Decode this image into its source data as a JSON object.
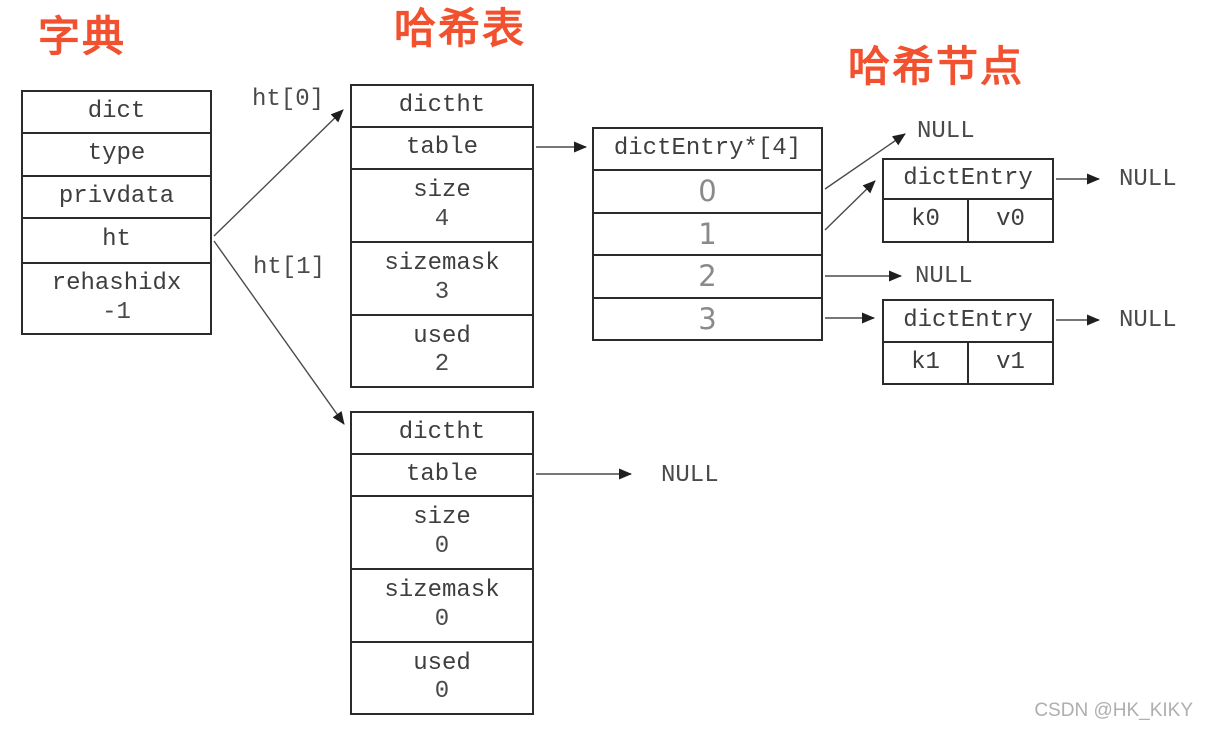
{
  "titles": {
    "dictionary": "字典",
    "hash_table": "哈希表",
    "hash_node": "哈希节点"
  },
  "dict_struct": {
    "rows": [
      {
        "label": "dict"
      },
      {
        "label": "type"
      },
      {
        "label": "privdata"
      },
      {
        "label": "ht"
      },
      {
        "label": "rehashidx",
        "value": "-1"
      }
    ]
  },
  "pointer_labels": {
    "ht0": "ht[0]",
    "ht1": "ht[1]"
  },
  "hashtable_active": {
    "rows": [
      {
        "label": "dictht"
      },
      {
        "label": "table"
      },
      {
        "label": "size",
        "value": "4"
      },
      {
        "label": "sizemask",
        "value": "3"
      },
      {
        "label": "used",
        "value": "2"
      }
    ]
  },
  "hashtable_empty": {
    "rows": [
      {
        "label": "dictht"
      },
      {
        "label": "table"
      },
      {
        "label": "size",
        "value": "0"
      },
      {
        "label": "sizemask",
        "value": "0"
      },
      {
        "label": "used",
        "value": "0"
      }
    ]
  },
  "bucket_array": {
    "header": "dictEntry*[4]",
    "slots": [
      "0",
      "1",
      "2",
      "3"
    ]
  },
  "entries": [
    {
      "header": "dictEntry",
      "key": "k0",
      "value": "v0"
    },
    {
      "header": "dictEntry",
      "key": "k1",
      "value": "v1"
    }
  ],
  "nulls": {
    "slot0_target": "NULL",
    "entry0_next": "NULL",
    "slot2_target": "NULL",
    "entry1_next": "NULL",
    "empty_table_target": "NULL"
  },
  "watermark": "CSDN @HK_KIKY",
  "colors": {
    "title_red": "#f1512f",
    "box_border": "#2b2b2b",
    "box_text": "#3e3e3e",
    "slot_digit_gray": "#8a8a8a",
    "arrow": "#3f3f3f",
    "watermark_gray": "#b0aeae"
  }
}
